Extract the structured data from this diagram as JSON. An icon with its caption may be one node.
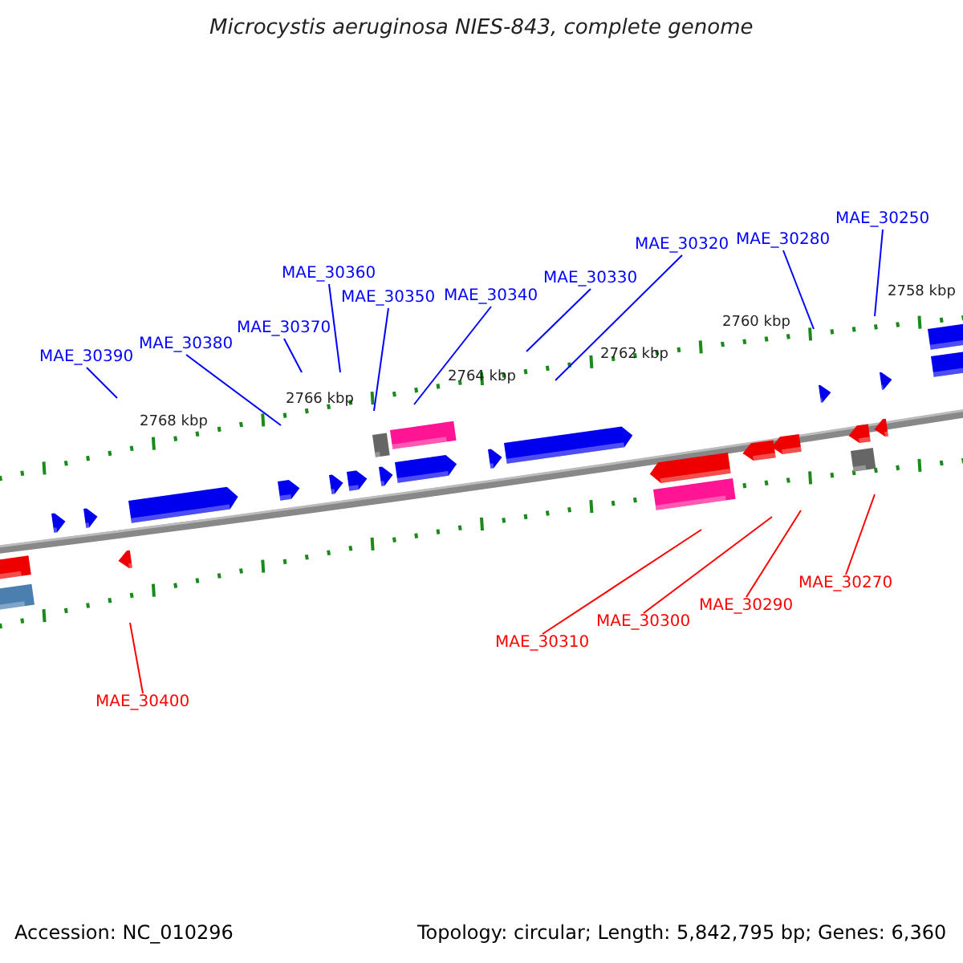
{
  "diagram": {
    "title": "Microcystis aeruginosa NIES-843, complete genome",
    "nodes": [
      {
        "text": [
          "MAE_30390"
        ]
      },
      {
        "text": [
          "MAE_30380"
        ]
      },
      {
        "text": [
          "MAE_30370"
        ]
      },
      {
        "text": [
          "MAE_30360"
        ]
      },
      {
        "text": [
          "MAE_30350"
        ]
      },
      {
        "text": [
          "MAE_30340"
        ]
      },
      {
        "text": [
          "MAE_30330"
        ]
      },
      {
        "text": [
          "MAE_30320"
        ]
      },
      {
        "text": [
          "MAE_30280"
        ]
      },
      {
        "text": [
          "MAE_30250"
        ]
      },
      {
        "text": [
          "MAE_30270"
        ]
      },
      {
        "text": [
          "MAE_30290"
        ]
      },
      {
        "text": [
          "MAE_30300"
        ]
      },
      {
        "text": [
          "MAE_30310"
        ]
      },
      {
        "text": [
          "MAE_30400"
        ]
      }
    ],
    "edges": [
      {
        "from": 0,
        "to": null,
        "arrow": "none"
      },
      {
        "from": 1,
        "to": null,
        "arrow": "none"
      },
      {
        "from": 2,
        "to": null,
        "arrow": "none"
      },
      {
        "from": 3,
        "to": null,
        "arrow": "none"
      },
      {
        "from": 4,
        "to": null,
        "arrow": "none"
      },
      {
        "from": 5,
        "to": null,
        "arrow": "none"
      },
      {
        "from": 6,
        "to": null,
        "arrow": "none"
      },
      {
        "from": 7,
        "to": null,
        "arrow": "none"
      },
      {
        "from": 8,
        "to": null,
        "arrow": "none"
      },
      {
        "from": 9,
        "to": null,
        "arrow": "none"
      },
      {
        "from": 10,
        "to": null,
        "arrow": "none",
        "color": "#ff0000"
      },
      {
        "from": 11,
        "to": null,
        "arrow": "none",
        "color": "#ff0000"
      },
      {
        "from": 12,
        "to": null,
        "arrow": "none",
        "color": "#ff0000"
      },
      {
        "from": 13,
        "to": null,
        "arrow": "none",
        "color": "#ff0000"
      },
      {
        "from": 14,
        "to": null,
        "arrow": "none",
        "color": "#ff0000"
      }
    ],
    "labels": [
      "2758 kbp",
      "2760 kbp",
      "2762 kbp",
      "2764 kbp",
      "2766 kbp",
      "2768 kbp",
      "Accession: NC_010296",
      "Topology: circular; Length: 5,842,795 bp; Genes: 6,360"
    ]
  }
}
